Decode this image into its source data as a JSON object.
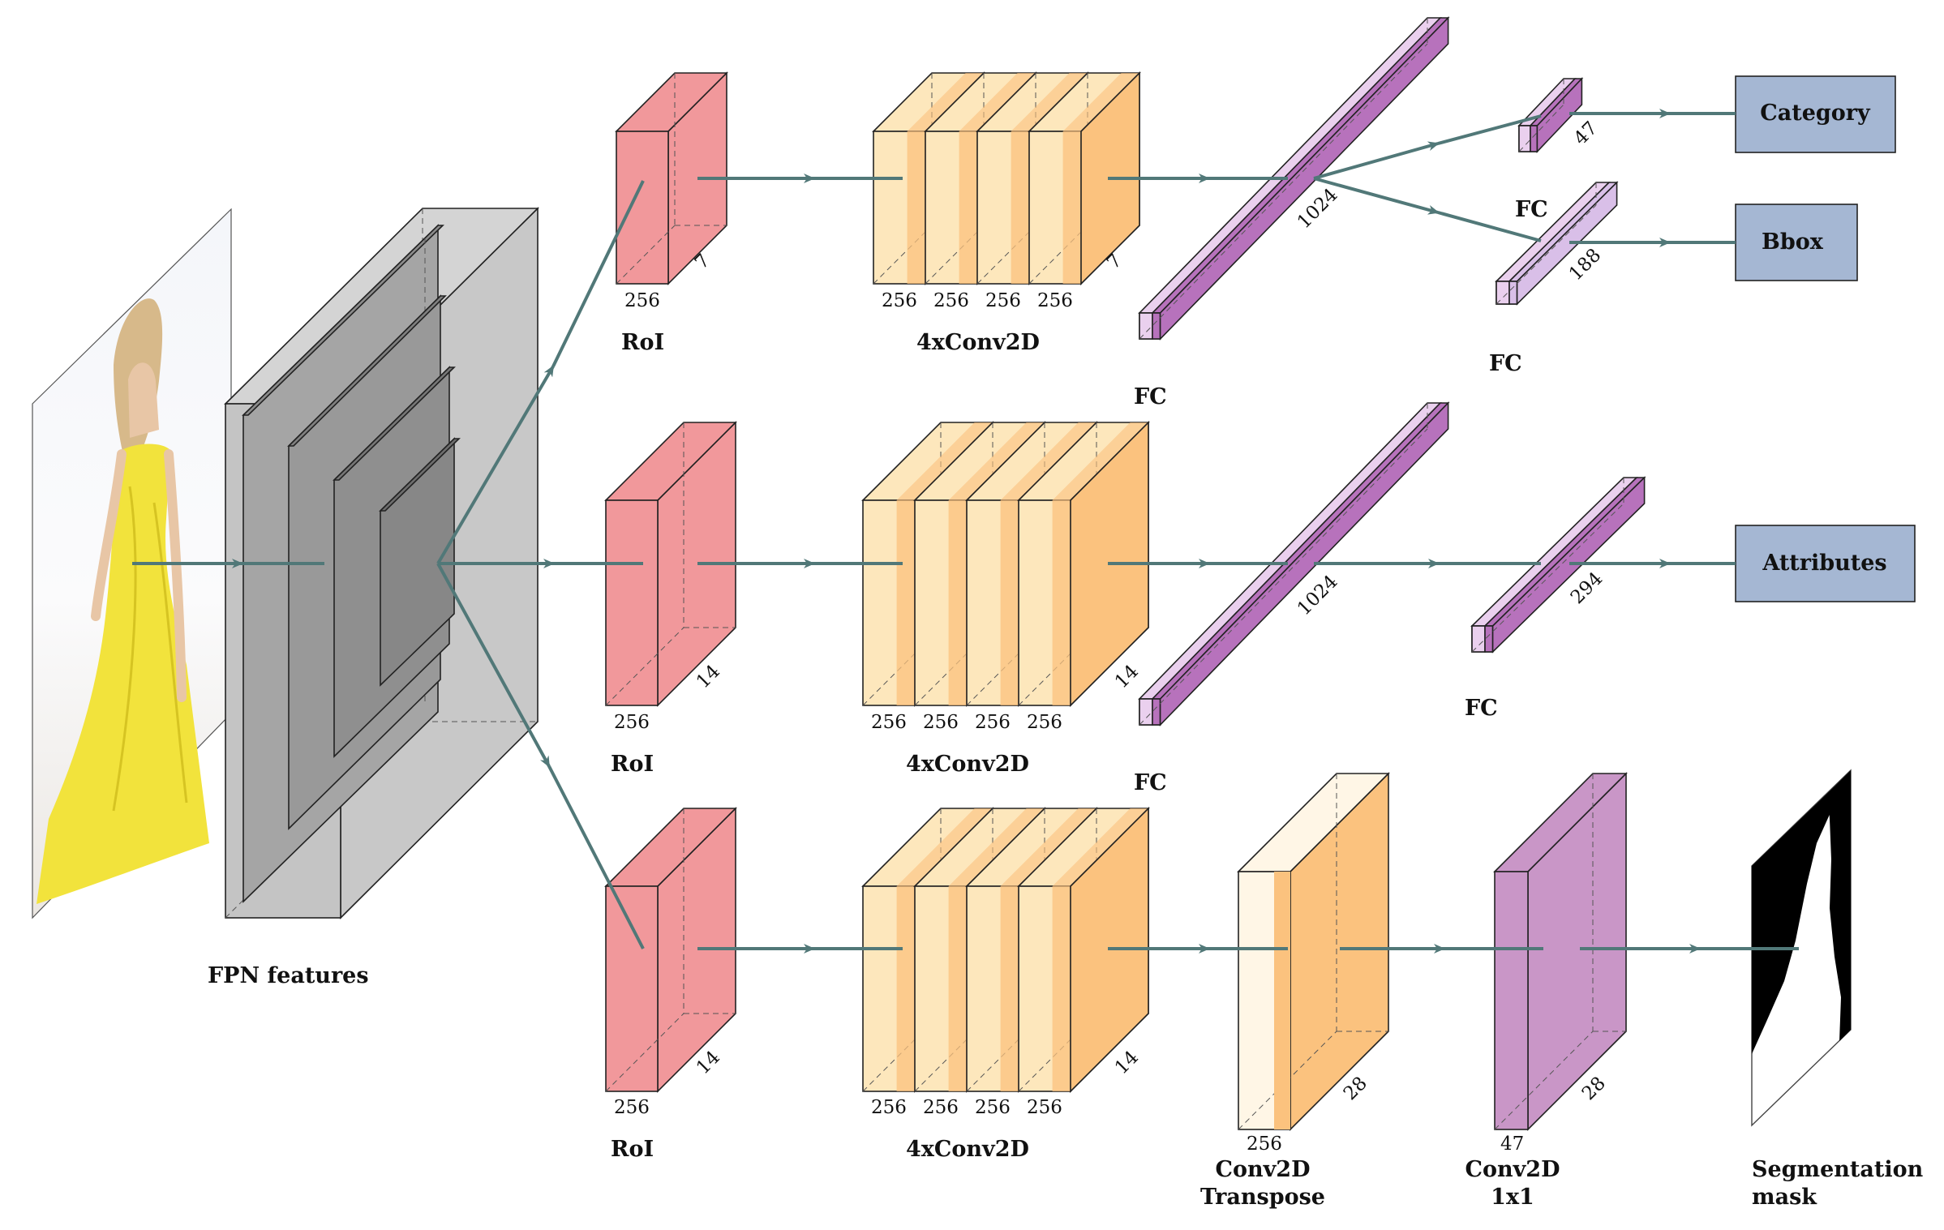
{
  "labels": {
    "fpn": "FPN features",
    "roi": "RoI",
    "conv4": "4xConv2D",
    "fc": "FC",
    "category": "Category",
    "bbox": "Bbox",
    "attributes": "Attributes",
    "conv_transpose_1": "Conv2D",
    "conv_transpose_2": "Transpose",
    "conv1x1_1": "Conv2D",
    "conv1x1_2": "1x1",
    "seg_1": "Segmentation",
    "seg_2": "mask"
  },
  "dims": {
    "d256": "256",
    "d7": "7",
    "d14": "14",
    "d28": "28",
    "d1024": "1024",
    "d47": "47",
    "d188": "188",
    "d294": "294"
  },
  "colors": {
    "roi": "#f1989b",
    "conv_light": "#fde7bc",
    "conv_dark": "#fbc27e",
    "fc_light": "#ead0ee",
    "fc_dark": "#b772bc",
    "conv1x1": "#c996c7",
    "output_box": "#a5b7d3",
    "connection": "#517878",
    "fpn_gray": "#c8c8c8",
    "dress": "#f2e33c"
  },
  "icons": {
    "input_image": "photo-icon",
    "mask_image": "mask-icon"
  }
}
